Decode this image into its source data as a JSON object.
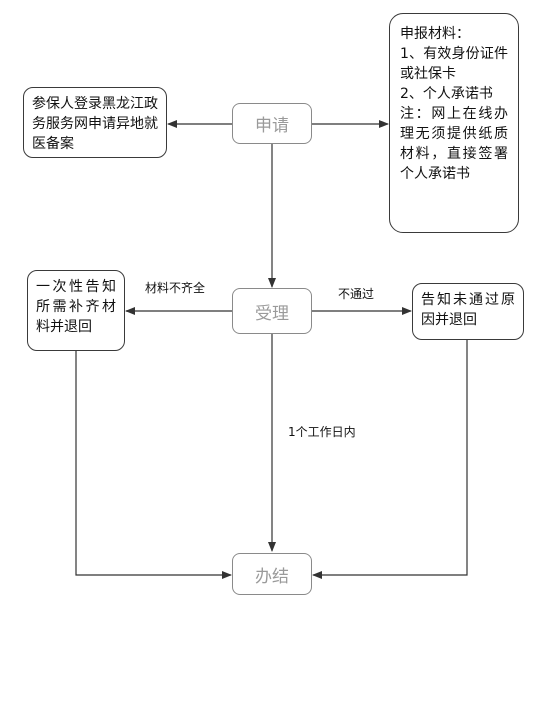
{
  "nodes": {
    "apply": "申请",
    "accept": "受理",
    "complete": "办结"
  },
  "notes": {
    "login": "参保人登录黑龙江政务服务网申请异地就医备案",
    "materials_lines": [
      "申报材料：",
      "1、有效身份证件或社保卡",
      "2、个人承诺书",
      "注：网上在线办理无须提供纸质材料，直接签署个人承诺书"
    ],
    "incomplete": "一次性告知所需补齐材料并退回",
    "rejected": "告知未通过原因并退回"
  },
  "edge_labels": {
    "incomplete": "材料不齐全",
    "rejected": "不通过",
    "deadline": "1个工作日内"
  }
}
